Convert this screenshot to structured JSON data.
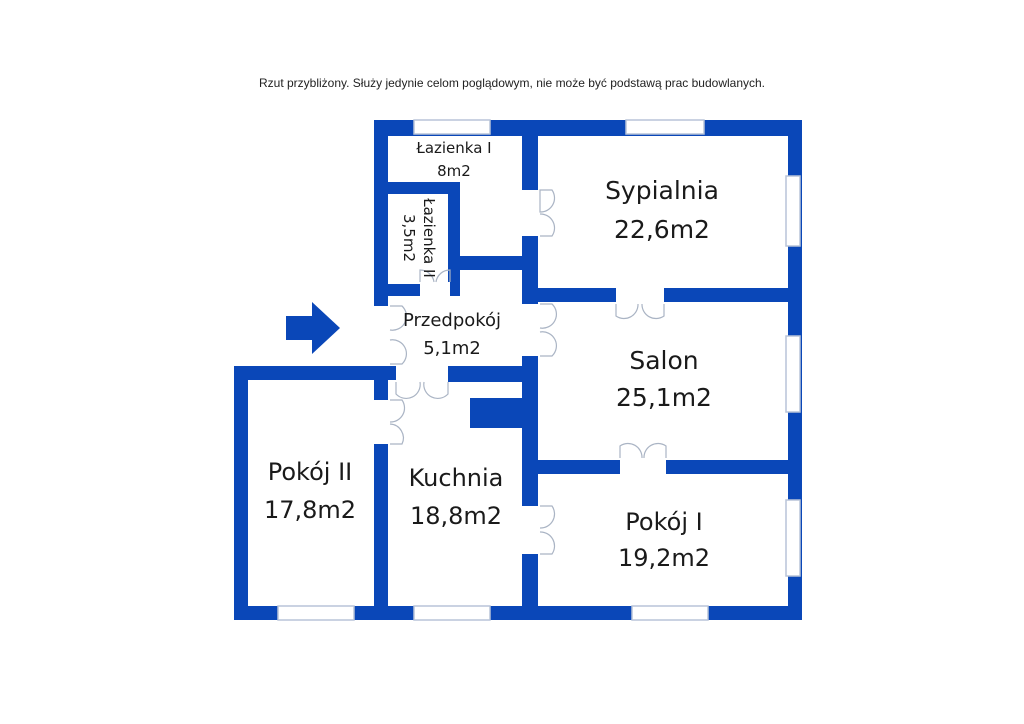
{
  "disclaimer": "Rzut przybliżony. Służy jedynie celom poglądowym, nie może być podstawą prac budowlanych.",
  "colors": {
    "wall": "#0a47b8",
    "window": "#b8c4d8",
    "door": "#aab4c4"
  },
  "entrance": {
    "icon": "arrow-right-icon"
  },
  "rooms": {
    "lazienka1": {
      "name": "Łazienka I",
      "area": "8m2"
    },
    "lazienka2": {
      "name": "Łazienka II",
      "area": "3,5m2"
    },
    "sypialnia": {
      "name": "Sypialnia",
      "area": "22,6m2"
    },
    "przedpokoj": {
      "name": "Przedpokój",
      "area": "5,1m2"
    },
    "salon": {
      "name": "Salon",
      "area": "25,1m2"
    },
    "pokoj2": {
      "name": "Pokój II",
      "area": "17,8m2"
    },
    "kuchnia": {
      "name": "Kuchnia",
      "area": "18,8m2"
    },
    "pokoj1": {
      "name": "Pokój I",
      "area": "19,2m2"
    }
  }
}
